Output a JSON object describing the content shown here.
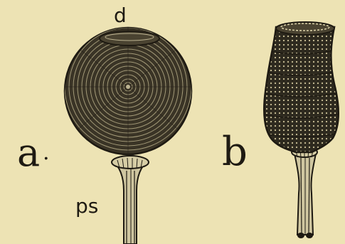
{
  "figure": {
    "labels": {
      "a": "a",
      "a_dot": ".",
      "d": "d",
      "ps": "ps",
      "b": "b"
    }
  },
  "colors": {
    "paper": "#ede3b4",
    "ink": "#1e1a12",
    "body_dark": "#3a3426",
    "highlight": "#bcb391"
  }
}
